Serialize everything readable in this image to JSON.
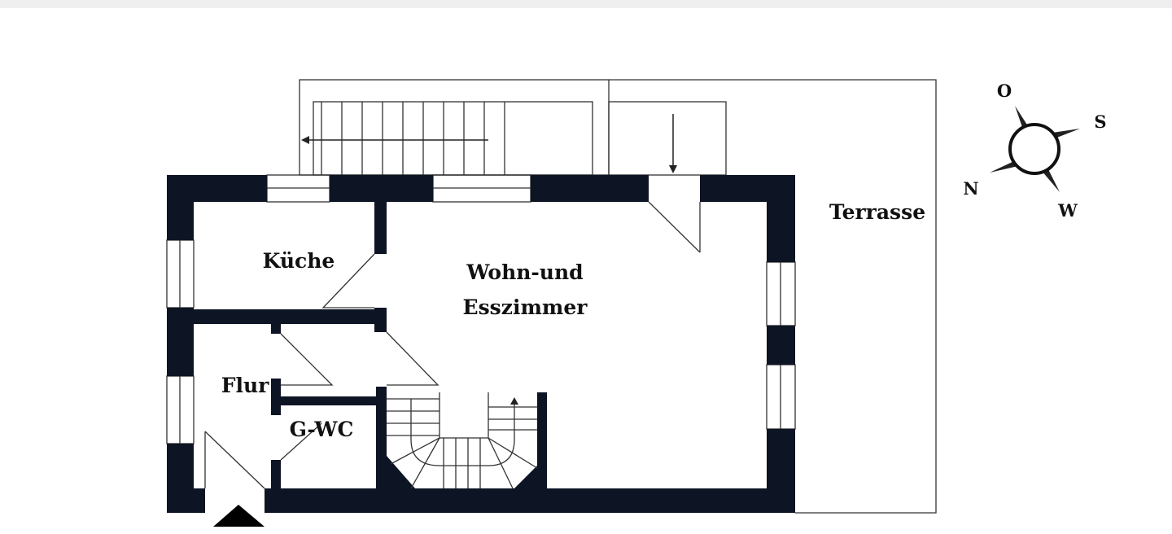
{
  "rooms": {
    "kitchen": "Küche",
    "living_line1": "Wohn-und",
    "living_line2": "Esszimmer",
    "hall": "Flur",
    "wc": "G-WC",
    "terrace": "Terrasse"
  },
  "compass": {
    "north": "N",
    "east": "O",
    "south": "S",
    "west": "W"
  },
  "colors": {
    "wall": "#0d1424"
  }
}
